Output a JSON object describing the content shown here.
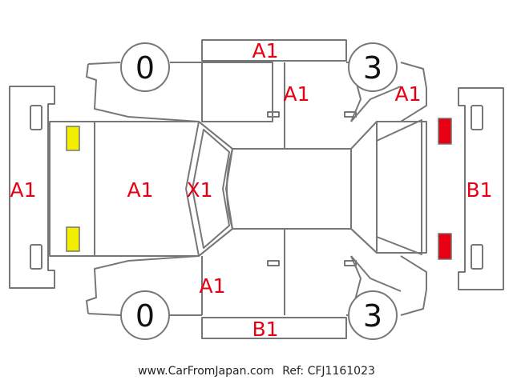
{
  "colors": {
    "outline": "#777777",
    "damage_text": "#e60012",
    "front_lamp": "#f2ee00",
    "rear_lamp": "#e60012"
  },
  "wheels": {
    "front_top": "0",
    "rear_top": "3",
    "front_bottom": "0",
    "rear_bottom": "3"
  },
  "damage_codes": {
    "roof_top_side": "A1",
    "rear_door_top": "A1",
    "rear_quarter_top": "A1",
    "front_bumper": "A1",
    "hood": "A1",
    "windshield": "X1",
    "rear_bumper": "B1",
    "front_door_bottom": "A1",
    "bottom_side": "B1"
  },
  "icons": {
    "front_lamps": "yellow-lamp-icon",
    "rear_lamps": "red-lamp-icon"
  },
  "footer": {
    "site": "www.CarFromJapan.com",
    "ref": "Ref: CFJ1161023"
  }
}
